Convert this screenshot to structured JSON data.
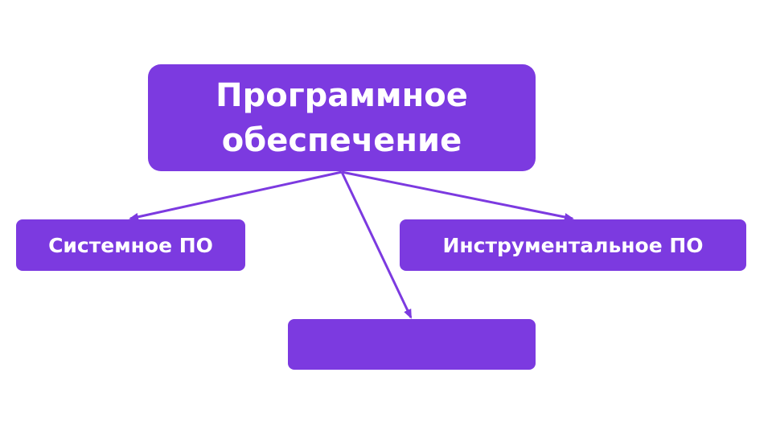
{
  "colors": {
    "node_fill": "#7c3ae0",
    "arrow": "#7c3ae0",
    "text": "#ffffff"
  },
  "diagram": {
    "root": {
      "label": "Программное\nобеспечение"
    },
    "children": [
      {
        "label": "Системное ПО"
      },
      {
        "label": "Инструментальное ПО"
      },
      {
        "label": ""
      }
    ]
  }
}
